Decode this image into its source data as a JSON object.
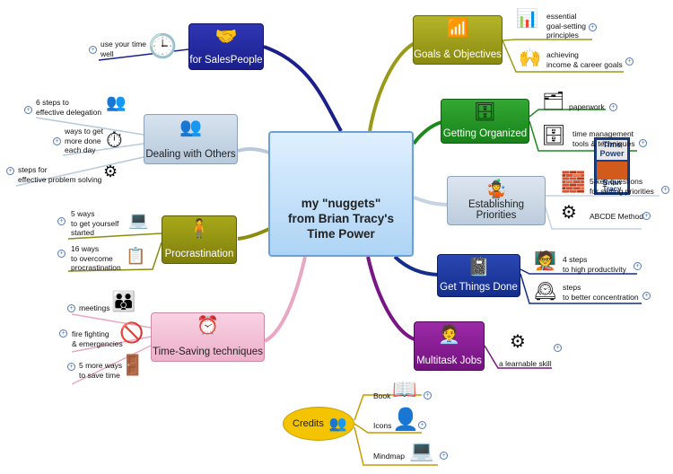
{
  "center": {
    "title": "my \"nuggets\"\nfrom Brian Tracy's\nTime Power",
    "cover_top": "Time\nPower",
    "cover_author": "Brian\nTracy"
  },
  "branches": {
    "salespeople": {
      "label": "for SalesPeople",
      "color": "#1a1f8c",
      "icon": "handshake-icon"
    },
    "dealing": {
      "label": "Dealing with Others",
      "color": "#b7c9db",
      "icon": "conversation-icon"
    },
    "procrastination": {
      "label": "Procrastination",
      "color": "#8c8c10",
      "icon": "person-icon"
    },
    "timesaving": {
      "label": "Time-Saving techniques",
      "color": "#f0b8d0",
      "icon": "alarm-clock-icon"
    },
    "goals": {
      "label": "Goals & Objectives",
      "color": "#9a9a18",
      "icon": "stairs-climber-icon"
    },
    "organized": {
      "label": "Getting Organized",
      "color": "#1b8a1b",
      "icon": "desk-icon"
    },
    "priorities": {
      "label": "Establishing Priorities",
      "color": "#c5d3e3",
      "icon": "juggler-icon"
    },
    "getthings": {
      "label": "Get Things Done",
      "color": "#142e8c",
      "icon": "notebook-icon"
    },
    "multitask": {
      "label": "Multitask Jobs",
      "color": "#7a1585",
      "icon": "multitask-person-icon"
    }
  },
  "leaves": {
    "salespeople_1": "use your time\nwell",
    "dealing_1": "6 steps to\neffective delegation",
    "dealing_2": "ways to get\nmore done\neach day",
    "dealing_3": "steps for\neffective problem solving",
    "procrastination_1": "5 ways\nto get yourself\nstarted",
    "procrastination_2": "16 ways\nto overcome\nprocrastination",
    "timesaving_1": "meetings",
    "timesaving_2": "fire fighting\n& emergencies",
    "timesaving_3": "5 more ways\nto save time",
    "goals_1": "essential\ngoal-setting\nprinciples",
    "goals_2": "achieving\nincome & career goals",
    "organized_1": "paperwork",
    "organized_2": "time management\ntools & techniques",
    "priorities_1": "5 key questions\nfor setting priorities",
    "priorities_2": "ABCDE Method",
    "getthings_1": "4 steps\nto high productivity",
    "getthings_2": "steps\nto better concentration",
    "multitask_1": "a learnable skill"
  },
  "credits": {
    "label": "Credits",
    "items": [
      "Book",
      "Icons",
      "Mindmap"
    ]
  },
  "expand_symbol": "+"
}
